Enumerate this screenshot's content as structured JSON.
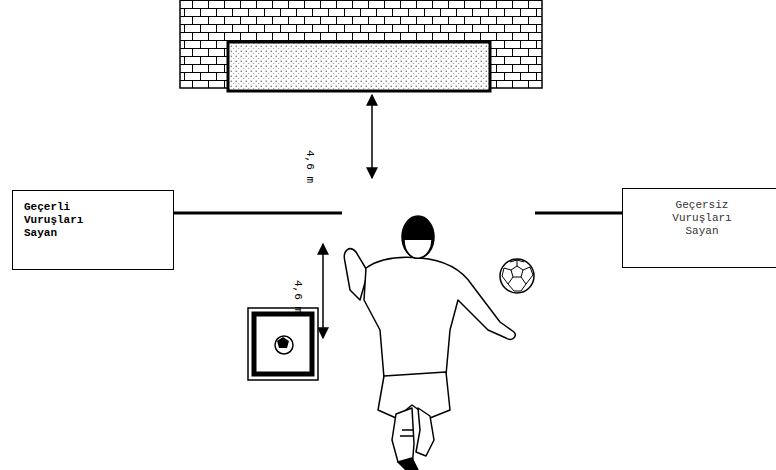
{
  "diagram": {
    "nodes": [
      {
        "text": [
          "Geçerli Vuruşları Sayan"
        ]
      },
      {
        "text": [
          "Geçersiz Vuruşları Sayan"
        ]
      }
    ],
    "labels": [
      "4,6 m",
      "4,6 m"
    ]
  }
}
